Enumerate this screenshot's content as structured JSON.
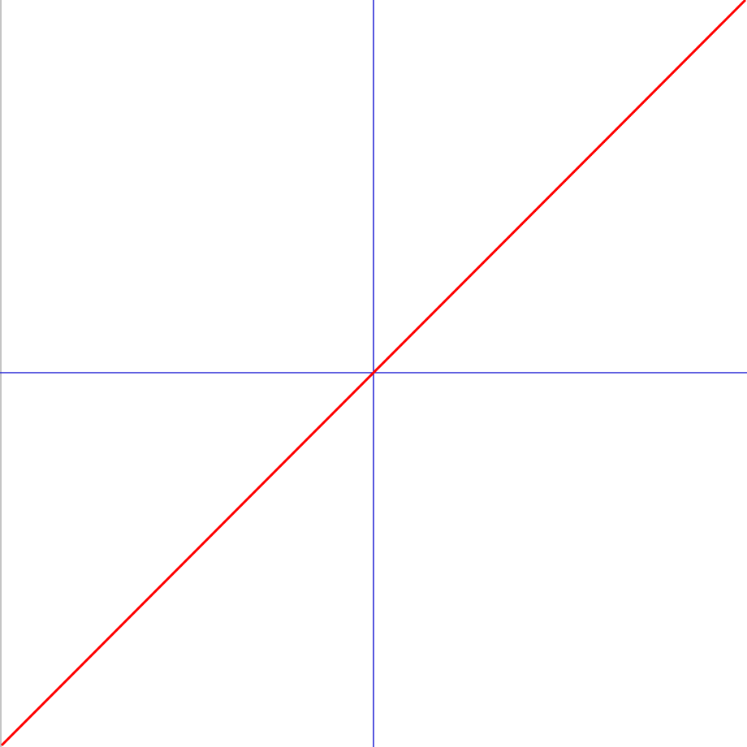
{
  "chart_data": {
    "type": "line",
    "title": "",
    "xlabel": "",
    "ylabel": "",
    "grid": false,
    "xlim": [
      -1,
      1
    ],
    "ylim": [
      -1,
      1
    ],
    "axes_color": "#2b2bd6",
    "border_color": "#b0b0b0",
    "series": [
      {
        "color": "#ff0000",
        "x": [
          -1,
          1
        ],
        "y": [
          -1,
          1
        ]
      }
    ]
  }
}
